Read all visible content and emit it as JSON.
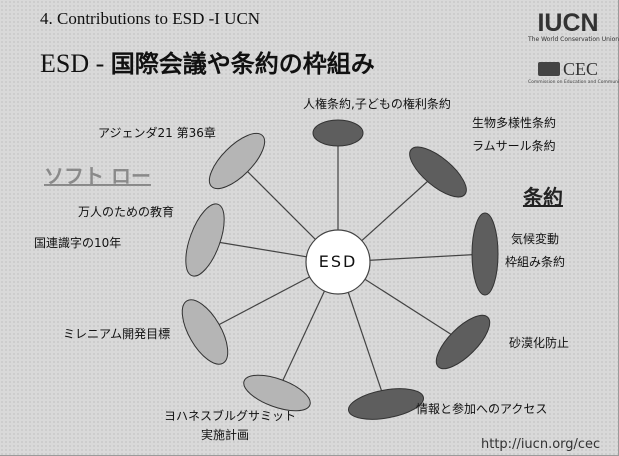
{
  "header": {
    "contribution_line": "4. Contributions to ESD -I UCN",
    "title_prefix": "ESD - ",
    "title_jp": "国際会議や条約の枠組み"
  },
  "logos": {
    "iucn": "IUCN",
    "iucn_sub": "The World Conservation Union",
    "cec": "CEC",
    "cec_sub": "Commission on Education and Communication"
  },
  "categories": {
    "soft_law": "ソフト ロー",
    "treaties": "条約"
  },
  "center": {
    "label": "ESD"
  },
  "nodes": [
    {
      "id": "human-rights",
      "lines": [
        "人権条約,子どもの権利条約"
      ],
      "fill": "#5e5e5e"
    },
    {
      "id": "biodiversity",
      "lines": [
        "生物多様性条約",
        "ラムサール条約"
      ],
      "fill": "#5e5e5e"
    },
    {
      "id": "climate",
      "lines": [
        "気候変動",
        "枠組み条約"
      ],
      "fill": "#5e5e5e"
    },
    {
      "id": "desertification",
      "lines": [
        "砂漠化防止"
      ],
      "fill": "#5e5e5e"
    },
    {
      "id": "access-info",
      "lines": [
        "情報と参加へのアクセス"
      ],
      "fill": "#5e5e5e"
    },
    {
      "id": "johannesburg",
      "lines": [
        "ヨハネスブルグサミット",
        "実施計画"
      ],
      "fill": "#b5b5b5"
    },
    {
      "id": "millennium",
      "lines": [
        "ミレニアム開発目標"
      ],
      "fill": "#b5b5b5"
    },
    {
      "id": "education-literacy",
      "lines": [
        "万人のための教育",
        "国連識字の10年"
      ],
      "fill": "#b5b5b5"
    },
    {
      "id": "agenda21",
      "lines": [
        "アジェンダ21 第36章"
      ],
      "fill": "#b5b5b5"
    }
  ],
  "footer": {
    "url": "http://iucn.org/cec"
  }
}
